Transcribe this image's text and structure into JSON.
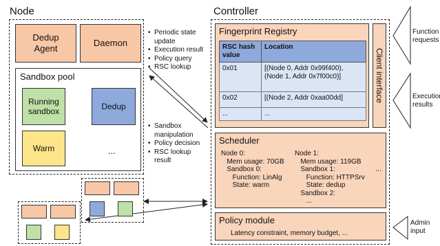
{
  "node": {
    "title": "Node",
    "dedup_agent": "Dedup\nAgent",
    "daemon": "Daemon",
    "sandbox_pool": {
      "title": "Sandbox pool",
      "running": "Running\nsandbox",
      "dedup": "Dedup",
      "warm": "Warm",
      "more": "..."
    }
  },
  "controller": {
    "title": "Controller",
    "fingerprint_registry": {
      "title": "Fingerprint Registry",
      "headers": [
        "RSC hash\nvalue",
        "Location"
      ],
      "rows": [
        [
          "0x01",
          "[(Node 0, Addr 0x99f400),\n(Node 1, Addr 0x7f00c0)]"
        ],
        [
          "0x02",
          "[(Node 2, Addr 0xaa00dd]"
        ],
        [
          "...",
          "..."
        ]
      ]
    },
    "client_interface": "Client interface",
    "scheduler": {
      "title": "Scheduler",
      "node0": "Node 0:\n   Mem usage: 70GB\n   Sandbox 0:\n      Function: LinAlg\n      State: warm",
      "node1": "Node 1:\n   Mem usage: 119GB\n   Sandbox 1:\n      Function: HTTPSrv\n      State: dedup\n   Sandbox 2:\n      ...",
      "more": "..."
    },
    "policy_module": {
      "title": "Policy module",
      "text": "Latency constraint, memory budget, ..."
    }
  },
  "messages_up": [
    "Periodic state update",
    "Execution result",
    "Policy query",
    "RSC lookup"
  ],
  "messages_down": [
    "Sandbox manipulation",
    "Policy decision",
    "RSC lookup result"
  ],
  "external": {
    "function_requests": "Function\nrequests",
    "execution_results": "Execution\nresults",
    "admin_input": "Admin\ninput"
  }
}
